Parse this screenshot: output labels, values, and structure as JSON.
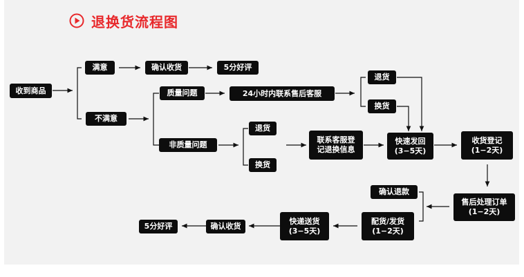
{
  "title": "退换货流程图",
  "colors": {
    "accent": "#e8282b",
    "node_bg": "#0d0d0d",
    "node_text": "#ffffff",
    "panel_bg": "#f2f2f2"
  },
  "nodes": {
    "received": "收到商品",
    "satisfied": "满意",
    "confirm_receipt_1": "确认收货",
    "five_star_1": "5分好评",
    "unsatisfied": "不满意",
    "quality_issue": "质量问题",
    "contact_24h": "24小时内联系售后客服",
    "return_1": "退货",
    "exchange_1": "换货",
    "non_quality_issue": "非质量问题",
    "return_2": "退货",
    "exchange_2": "换货",
    "contact_register": "联系客服登\n记退换信息",
    "express_return": "快速发回\n(3−5天)",
    "register_receipt": "收货登记\n(1−2天)",
    "after_sales_order": "售后处理订单\n(1−2天)",
    "confirm_refund": "确认退款",
    "reship": "配货/发货\n(1−2天)",
    "express_delivery": "快递送货\n(3−5天)",
    "confirm_receipt_2": "确认收货",
    "five_star_2": "5分好评"
  }
}
